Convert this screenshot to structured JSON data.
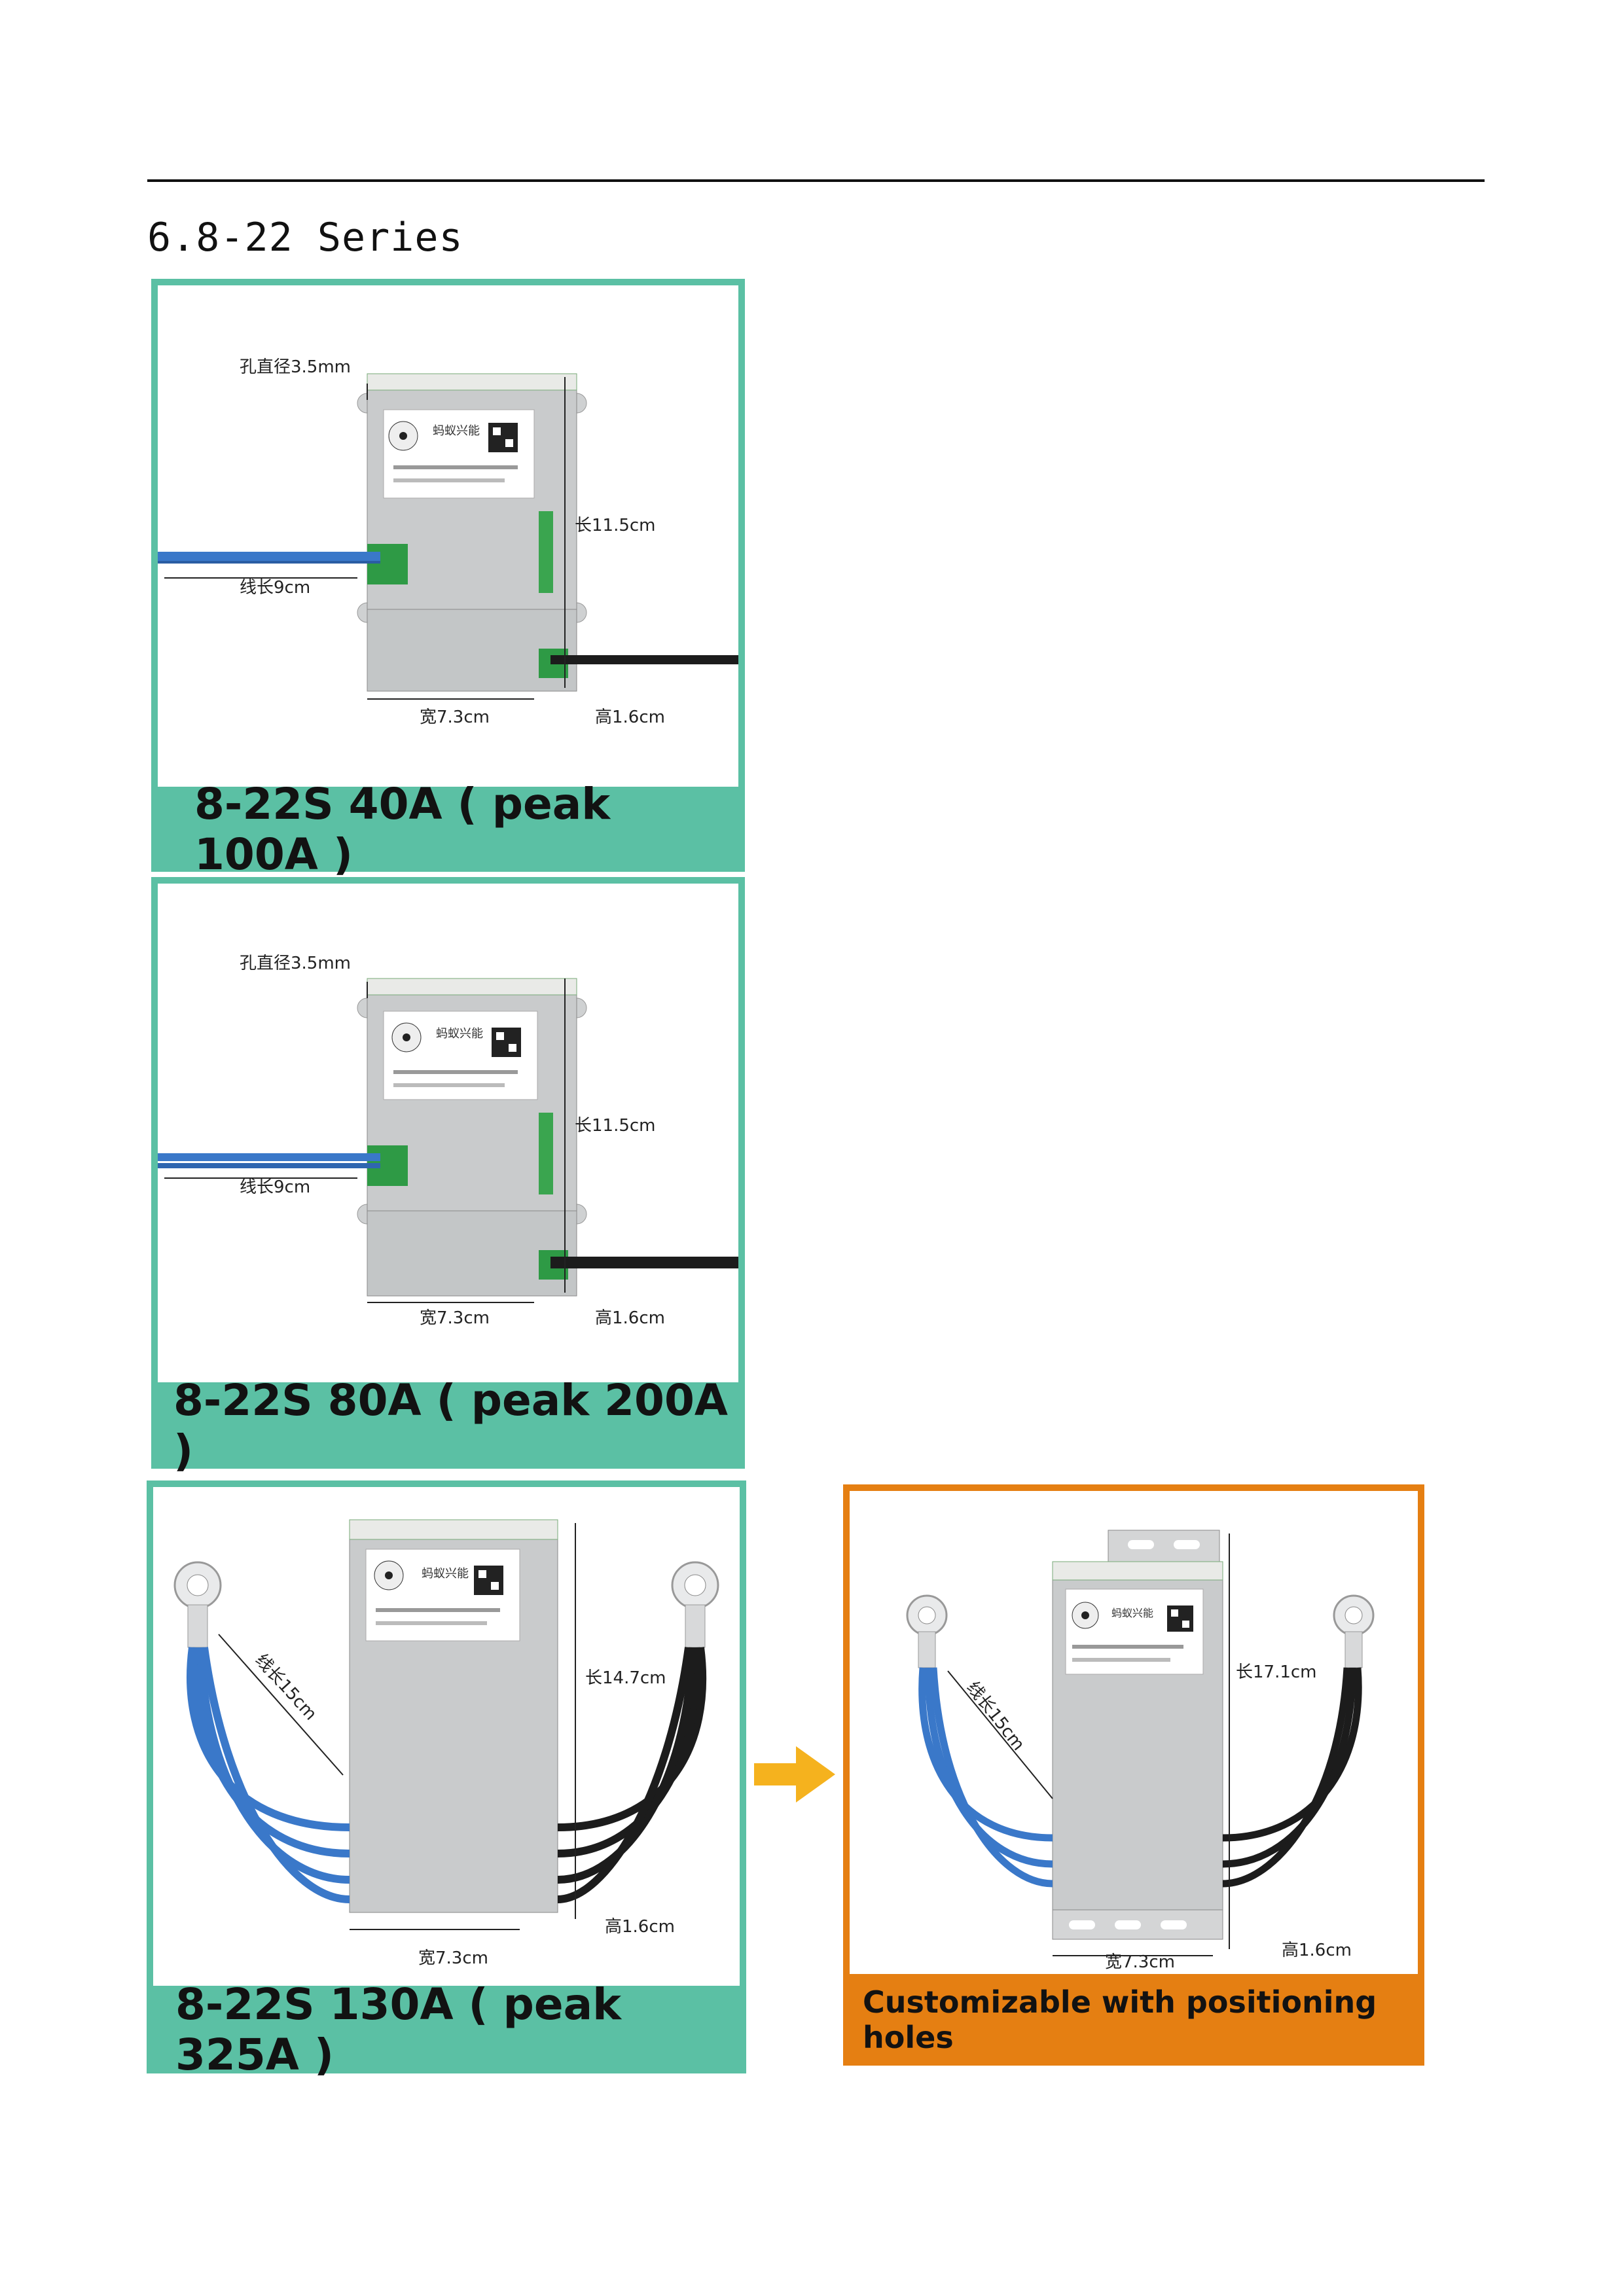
{
  "section": {
    "number": "6.",
    "title": "8-22 Series"
  },
  "boards": [
    {
      "caption": "8-22S 40A ( peak 100A )",
      "dims": {
        "hole": "孔直径3.5mm",
        "length": "长11.5cm",
        "wire": "线长9cm",
        "width": "宽7.3cm",
        "height": "高1.6cm"
      },
      "label": {
        "brand": "蚂蚁兴能"
      }
    },
    {
      "caption": "8-22S 80A ( peak 200A )",
      "dims": {
        "hole": "孔直径3.5mm",
        "length": "长11.5cm",
        "wire": "线长9cm",
        "width": "宽7.3cm",
        "height": "高1.6cm"
      },
      "label": {
        "brand": "蚂蚁兴能"
      }
    },
    {
      "caption": "8-22S 130A ( peak 325A )",
      "dims": {
        "length": "长14.7cm",
        "wire": "线长15cm",
        "width": "宽7.3cm",
        "height": "高1.6cm"
      },
      "label": {
        "brand": "蚂蚁兴能"
      }
    },
    {
      "caption": "Customizable with positioning holes",
      "dims": {
        "length": "长17.1cm",
        "wire": "线长15cm",
        "width": "宽7.3cm",
        "height": "高1.6cm"
      },
      "label": {
        "brand": "蚂蚁兴能"
      }
    }
  ],
  "colors": {
    "teal": "#5bc0a4",
    "orange": "#e57f12",
    "arrow": "#f5b21e",
    "blue_wire": "#3a78c9",
    "black_wire": "#1c1c1c",
    "board": "#c9cbcc"
  }
}
